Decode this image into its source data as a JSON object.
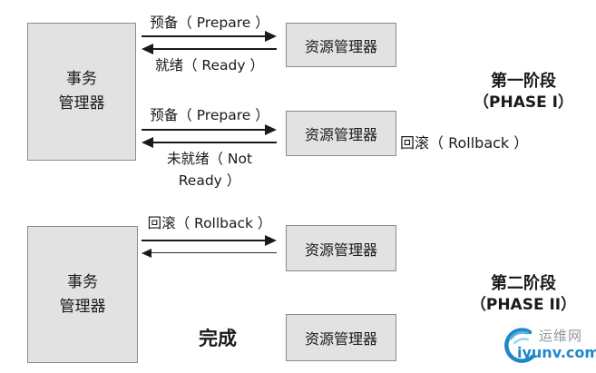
{
  "diagram": {
    "boxes": {
      "transaction_manager": "事务\n管理器",
      "resource_manager": "资源管理器"
    },
    "phase1": {
      "title": "第一阶段",
      "subtitle": "（PHASE I）",
      "rollback_note": "回滚（ Rollback ）",
      "exchange1": {
        "request": "预备（ Prepare ）",
        "response": "就绪（ Ready ）"
      },
      "exchange2": {
        "request": "预备（ Prepare ）",
        "response": "未就绪（ Not\nReady ）"
      }
    },
    "phase2": {
      "title": "第二阶段",
      "subtitle": "（PHASE II）",
      "exchange3": {
        "request": "回滚（ Rollback ）"
      },
      "done_label": "完成"
    },
    "colors": {
      "box_fill": "#e2e2e2",
      "box_border": "#8c8c8c",
      "arrow": "#1a1a1a"
    }
  },
  "watermark": {
    "site_name": "运维网",
    "domain": "iyunv.com",
    "brand_blue": "#1e88c7"
  }
}
